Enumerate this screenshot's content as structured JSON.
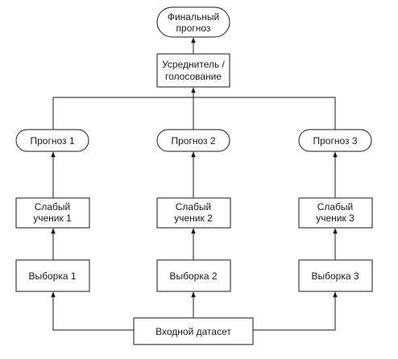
{
  "diagram": {
    "final_forecast": [
      "Финальный",
      "прогноз"
    ],
    "aggregator": [
      "Усреднитель /",
      "голосование"
    ],
    "forecasts": [
      "Прогноз 1",
      "Прогноз 2",
      "Прогноз 3"
    ],
    "weak_learners": [
      [
        "Слабый",
        "ученик 1"
      ],
      [
        "Слабый",
        "ученик 2"
      ],
      [
        "Слабый",
        "ученик 3"
      ]
    ],
    "samples": [
      "Выборка 1",
      "Выборка 2",
      "Выборка 3"
    ],
    "input_dataset": "Входной датасет"
  },
  "colors": {
    "stroke": "#1a1a1a",
    "fill": "#ffffff",
    "text": "#1a1a1a"
  }
}
